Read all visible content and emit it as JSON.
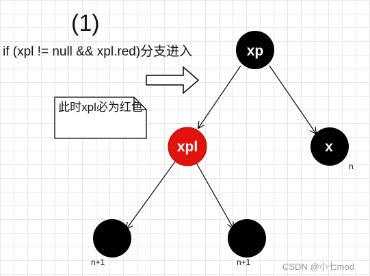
{
  "title": "(1)",
  "condition": "if (xpl != null && xpl.red)分支进入",
  "note": "此时xpl必为红色",
  "nodes": {
    "xp": {
      "label": "xp",
      "color": "#000000"
    },
    "xpl": {
      "label": "xpl",
      "color": "#e0140c"
    },
    "x": {
      "label": "x",
      "color": "#000000",
      "annotation": "n"
    },
    "xpl_left": {
      "label": "",
      "color": "#000000",
      "annotation": "n+1"
    },
    "xpl_right": {
      "label": "",
      "color": "#000000",
      "annotation": "n+1"
    }
  },
  "watermark": "CSDN @小七mod",
  "colors": {
    "red_node": "#e0140c",
    "black_node": "#000000",
    "grid": "#e6e6e6"
  }
}
